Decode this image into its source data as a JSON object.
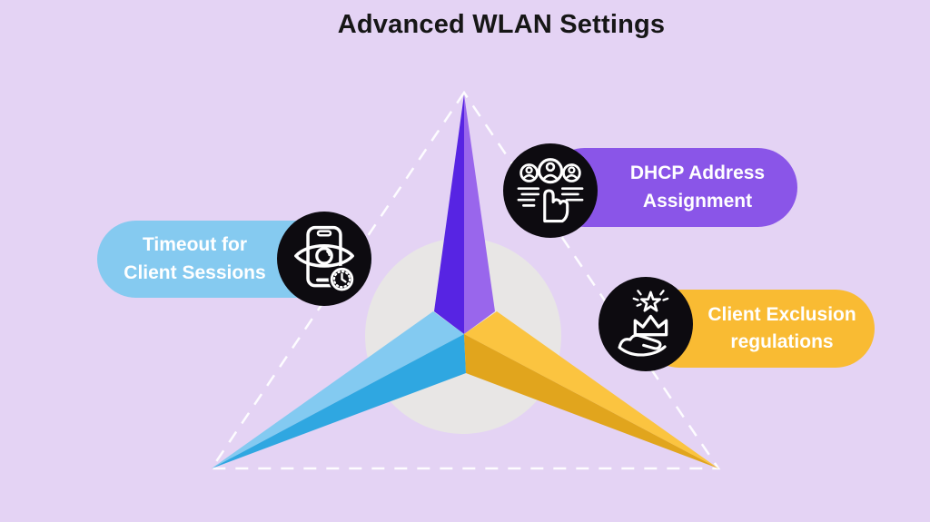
{
  "title": "Advanced WLAN Settings",
  "items": [
    {
      "id": "timeout-client-sessions",
      "lines": [
        "Timeout for",
        "Client Sessions"
      ],
      "icon": "phone-session-watch-icon",
      "pill_color": "#85CAF0"
    },
    {
      "id": "dhcp-address-assignment",
      "lines": [
        "DHCP Address",
        "Assignment"
      ],
      "icon": "users-assignment-pointer-icon",
      "pill_color": "#8A55E8"
    },
    {
      "id": "client-exclusion-regulations",
      "lines": [
        "Client Exclusion",
        "regulations"
      ],
      "icon": "hand-crown-star-icon",
      "pill_color": "#F9BB33"
    }
  ],
  "colors": {
    "background": "#E4D3F4",
    "title_text": "#161616",
    "pill_text": "#FFFFFF",
    "pill_blue": "#85CAF0",
    "pill_purple": "#8A55E8",
    "pill_yellow": "#F9BB33",
    "icon_circle": "#0D0B10",
    "icon_stroke": "#FFFFFF",
    "star_purple_dark": "#5724E3",
    "star_purple_light": "#9966EC",
    "star_blue_light": "#83CAF1",
    "star_blue_dark": "#2FA7E1",
    "star_yellow_light": "#FBC440",
    "star_yellow_dark": "#E1A51D",
    "center_circle": "#E8E6E5",
    "dashed_triangle": "#FFFFFF"
  }
}
